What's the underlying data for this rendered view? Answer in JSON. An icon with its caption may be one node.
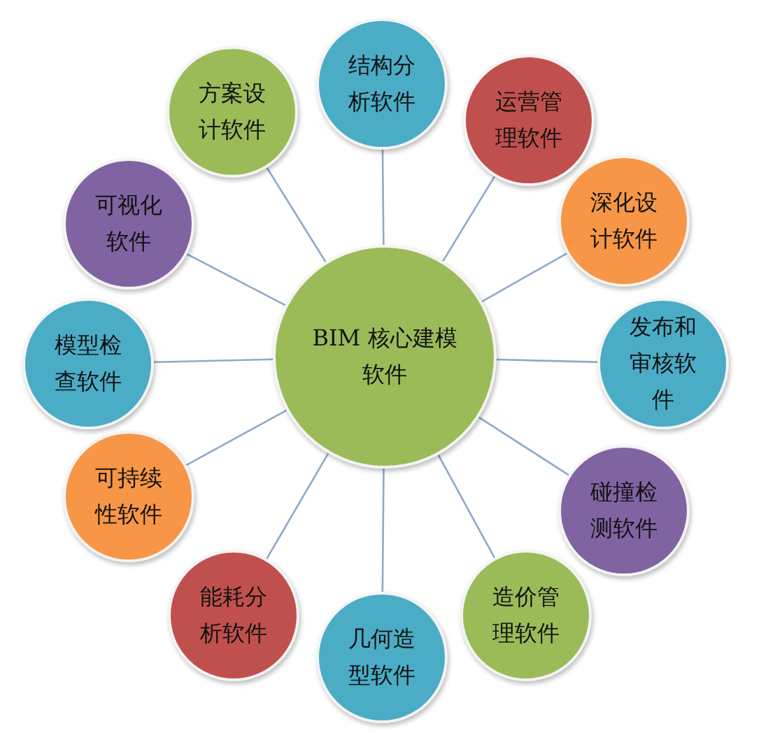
{
  "diagram": {
    "nodes": [
      {
        "text": [
          "BIM 核心建模软件"
        ]
      },
      {
        "text": [
          "结构分析软件"
        ]
      },
      {
        "text": [
          "运营管理软件"
        ]
      },
      {
        "text": [
          "深化设计软件"
        ]
      },
      {
        "text": [
          "发布和审核软件"
        ]
      },
      {
        "text": [
          "碰撞检测软件"
        ]
      },
      {
        "text": [
          "造价管理软件"
        ]
      },
      {
        "text": [
          "几何造型软件"
        ]
      },
      {
        "text": [
          "能耗分析软件"
        ]
      },
      {
        "text": [
          "可持续性软件"
        ]
      },
      {
        "text": [
          "模型检查软件"
        ]
      },
      {
        "text": [
          "可视化软件"
        ]
      },
      {
        "text": [
          "方案设计软件"
        ]
      }
    ],
    "edges": [
      {
        "from": 0,
        "to": 1,
        "arrow": "none"
      },
      {
        "from": 0,
        "to": 2,
        "arrow": "none"
      },
      {
        "from": 0,
        "to": 3,
        "arrow": "none"
      },
      {
        "from": 0,
        "to": 4,
        "arrow": "none"
      },
      {
        "from": 0,
        "to": 5,
        "arrow": "none"
      },
      {
        "from": 0,
        "to": 6,
        "arrow": "none"
      },
      {
        "from": 0,
        "to": 7,
        "arrow": "none"
      },
      {
        "from": 0,
        "to": 8,
        "arrow": "none"
      },
      {
        "from": 0,
        "to": 9,
        "arrow": "none"
      },
      {
        "from": 0,
        "to": 10,
        "arrow": "none"
      },
      {
        "from": 0,
        "to": 11,
        "arrow": "none"
      },
      {
        "from": 0,
        "to": 12,
        "arrow": "none"
      }
    ]
  }
}
